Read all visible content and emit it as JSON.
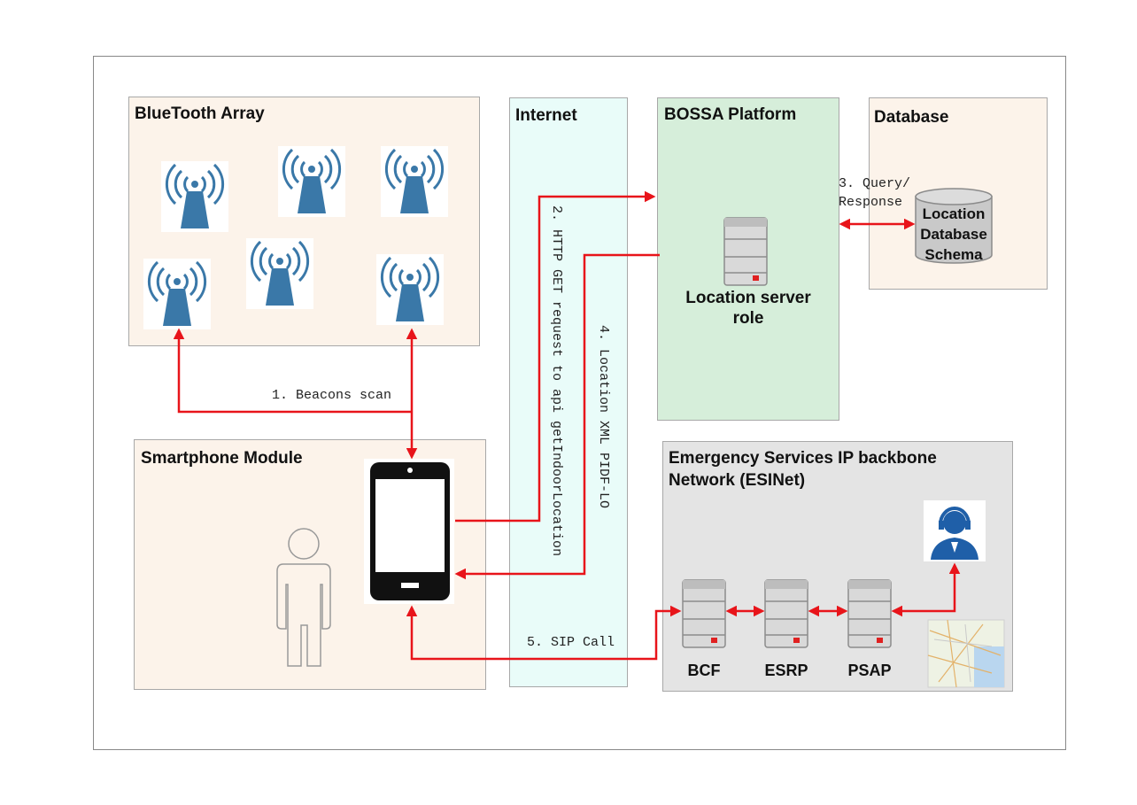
{
  "panels": {
    "bluetooth": {
      "title": "BlueTooth Array"
    },
    "internet": {
      "title": "Internet"
    },
    "bossa": {
      "title": "BOSSA Platform",
      "server_label_line1": "Location server",
      "server_label_line2": "role"
    },
    "database": {
      "title": "Database",
      "cylinder_line1": "Location",
      "cylinder_line2": "Database",
      "cylinder_line3": "Schema"
    },
    "smartphone": {
      "title": "Smartphone Module"
    },
    "esinet": {
      "title_line1": "Emergency Services IP backbone",
      "title_line2": "Network (ESINet)"
    }
  },
  "nodes": {
    "bcf": "BCF",
    "esrp": "ESRP",
    "psap": "PSAP"
  },
  "flows": {
    "step1": "1. Beacons scan",
    "step2": "2. HTTP GET request to api getIndoorLocation",
    "step3_line1": "3. Query/",
    "step3_line2": "Response",
    "step4": "4. Location XML PIDF-LO",
    "step5": "5. SIP Call"
  },
  "colors": {
    "arrow": "#e8141a",
    "antenna": "#3a78a8",
    "phone": "#111111",
    "server": "#a9a9a9"
  },
  "icons": [
    "wifi-antenna-icon",
    "server-icon",
    "database-icon",
    "smartphone-icon",
    "person-icon",
    "operator-icon",
    "map-icon"
  ]
}
